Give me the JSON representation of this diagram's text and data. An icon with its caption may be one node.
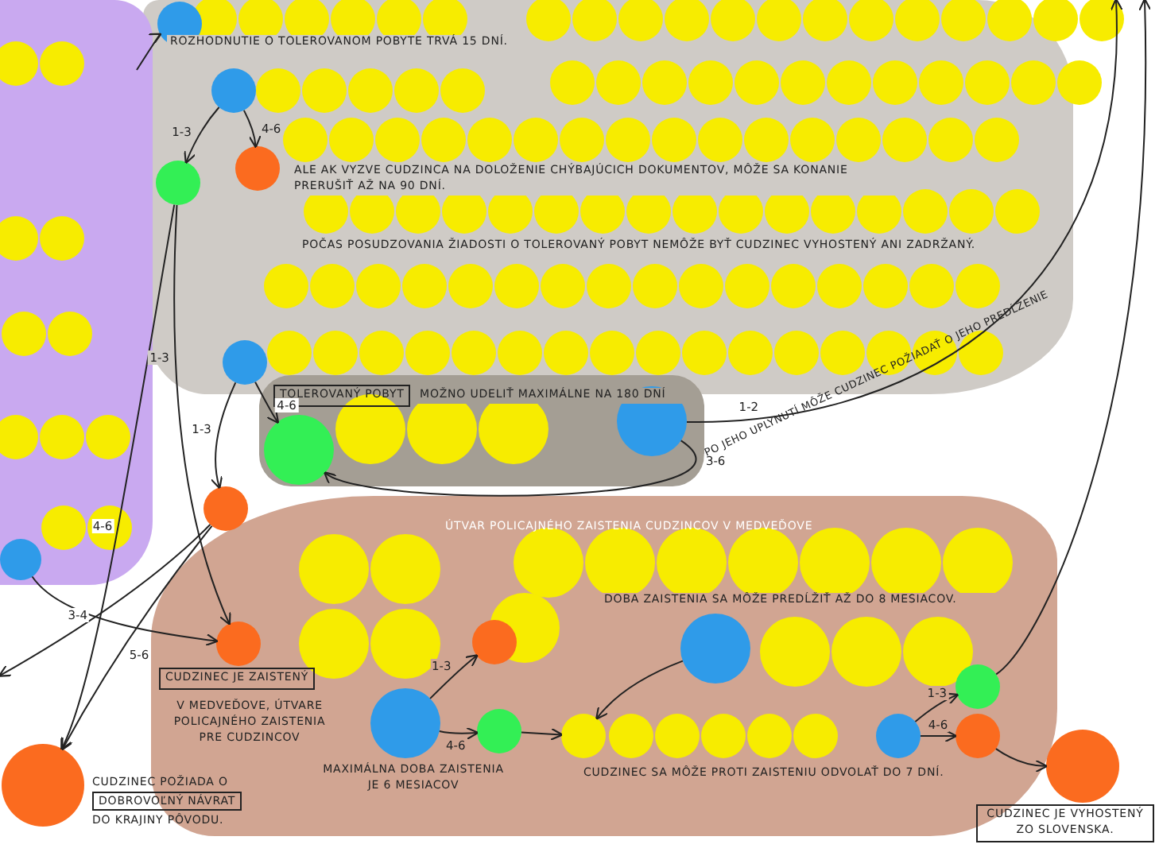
{
  "diagram": {
    "nodes": [
      {
        "text": [
          "ROZHODNUTIE O TOLEROVANOM POBYTE TRVÁ 15 DNÍ.",
          "ALE AK VYZVE CUDZINCA NA DOLOŽENIE CHÝBAJÚCICH DOKUMENTOV, MÔŽE SA KONANIE PRERUŠIŤ AŽ NA 90 DNÍ.",
          "POČAS POSUDZOVANIA ŽIADOSTI O TOLEROVANÝ POBYT NEMÔŽE BYŤ CUDZINEC VYHOSTENÝ ANI ZADRŽANÝ."
        ]
      },
      {
        "text": [],
        "shape": "circle",
        "in": 0
      },
      {
        "text": [],
        "shape": "circle",
        "in": 0
      },
      {
        "text": [],
        "shape": "circle",
        "in": 0
      },
      {
        "text": [],
        "shape": "circle",
        "in": 0
      },
      {
        "text": [],
        "shape": "circle",
        "in": 0
      },
      {
        "text": [
          "TOLEROVANÝ POBYT",
          "MOŽNO UDELIŤ MAXIMÁLNE NA 180 DNÍ"
        ]
      },
      {
        "text": [],
        "shape": "circle",
        "in": 6
      },
      {
        "text": [],
        "shape": "circle",
        "in": 6
      },
      {
        "text": [],
        "shape": "box"
      },
      {
        "text": [],
        "shape": "circle",
        "in": 9
      },
      {
        "text": [],
        "shape": "circle"
      },
      {
        "text": [
          "ÚTVAR POLICAJNÉHO ZAISTENIA CUDZINCOV V MEDVEĎOVE",
          "DOBA ZAISTENIA SA MÔŽE PREDĹŽIŤ AŽ DO 8 MESIACOV.",
          "CUDZINEC SA MÔŽE PROTI ZAISTENIU ODVOLAŤ DO 7 DNÍ."
        ]
      },
      {
        "text": [],
        "shape": "circle",
        "in": 12,
        "beside": [
          "CUDZINEC JE ZAISTENÝ",
          "V MEDVEĎOVE, ÚTVARE POLICAJNÉHO ZAISTENIA PRE CUDZINCOV"
        ]
      },
      {
        "text": [],
        "shape": "circle",
        "in": 12
      },
      {
        "text": [],
        "shape": "circle",
        "in": 12,
        "beside": [
          "MAXIMÁLNA DOBA ZAISTENIA JE 6 MESIACOV"
        ]
      },
      {
        "text": [],
        "shape": "circle",
        "in": 12
      },
      {
        "text": [],
        "shape": "circle",
        "in": 12
      },
      {
        "text": [],
        "shape": "circle",
        "in": 12
      },
      {
        "text": [],
        "shape": "circle",
        "in": 12
      },
      {
        "text": [],
        "shape": "circle",
        "in": 12
      },
      {
        "text": [],
        "shape": "circle",
        "in": 12
      },
      {
        "text": [],
        "shape": "circle",
        "beside": [
          "CUDZINEC JE VYHOSTENÝ ZO SLOVENSKA."
        ]
      },
      {
        "text": [],
        "shape": "circle",
        "beside": [
          "CUDZINEC POŽIADA O",
          "DOBROVOĽNÝ NÁVRAT",
          "DO KRAJINY PÔVODU."
        ]
      }
    ],
    "edges": [
      {
        "from": null,
        "to": 1,
        "arrow": "to"
      },
      {
        "from": 2,
        "to": 3,
        "arrow": "to",
        "label": "1-3"
      },
      {
        "from": 2,
        "to": 4,
        "arrow": "to",
        "label": "4-6"
      },
      {
        "from": 3,
        "to": 13,
        "arrow": "to",
        "label": "1-3"
      },
      {
        "from": 3,
        "to": 23,
        "arrow": "to",
        "label": "4-6"
      },
      {
        "from": 5,
        "to": 7,
        "arrow": "to",
        "label": "4-6"
      },
      {
        "from": 5,
        "to": 11,
        "arrow": "to",
        "label": "1-3"
      },
      {
        "from": 11,
        "to": 23,
        "arrow": "to",
        "label": "5-6"
      },
      {
        "from": 11,
        "to": null,
        "arrow": "to",
        "label": "3-4"
      },
      {
        "from": 8,
        "to": null,
        "arrow": "to",
        "label": "1-2"
      },
      {
        "from": 8,
        "to": 7,
        "arrow": "to",
        "label": "3-6"
      },
      {
        "from": 10,
        "to": 13,
        "arrow": "to"
      },
      {
        "from": 15,
        "to": 14,
        "arrow": "to",
        "label": "1-3"
      },
      {
        "from": 15,
        "to": 16,
        "arrow": "to",
        "label": "4-6"
      },
      {
        "from": 16,
        "to": 18,
        "arrow": "to"
      },
      {
        "from": 17,
        "to": 18,
        "arrow": "to"
      },
      {
        "from": 19,
        "to": 20,
        "arrow": "to",
        "label": "1-3"
      },
      {
        "from": 19,
        "to": 21,
        "arrow": "to",
        "label": "4-6"
      },
      {
        "from": 21,
        "to": 22,
        "arrow": "to"
      },
      {
        "from": 20,
        "to": null,
        "arrow": "to"
      }
    ],
    "labels": [
      "PO JEHO UPLYNUTÍ MÔŽE CUDZINEC POŽIADAŤ O JEHO PREDĹŽENIE"
    ]
  }
}
